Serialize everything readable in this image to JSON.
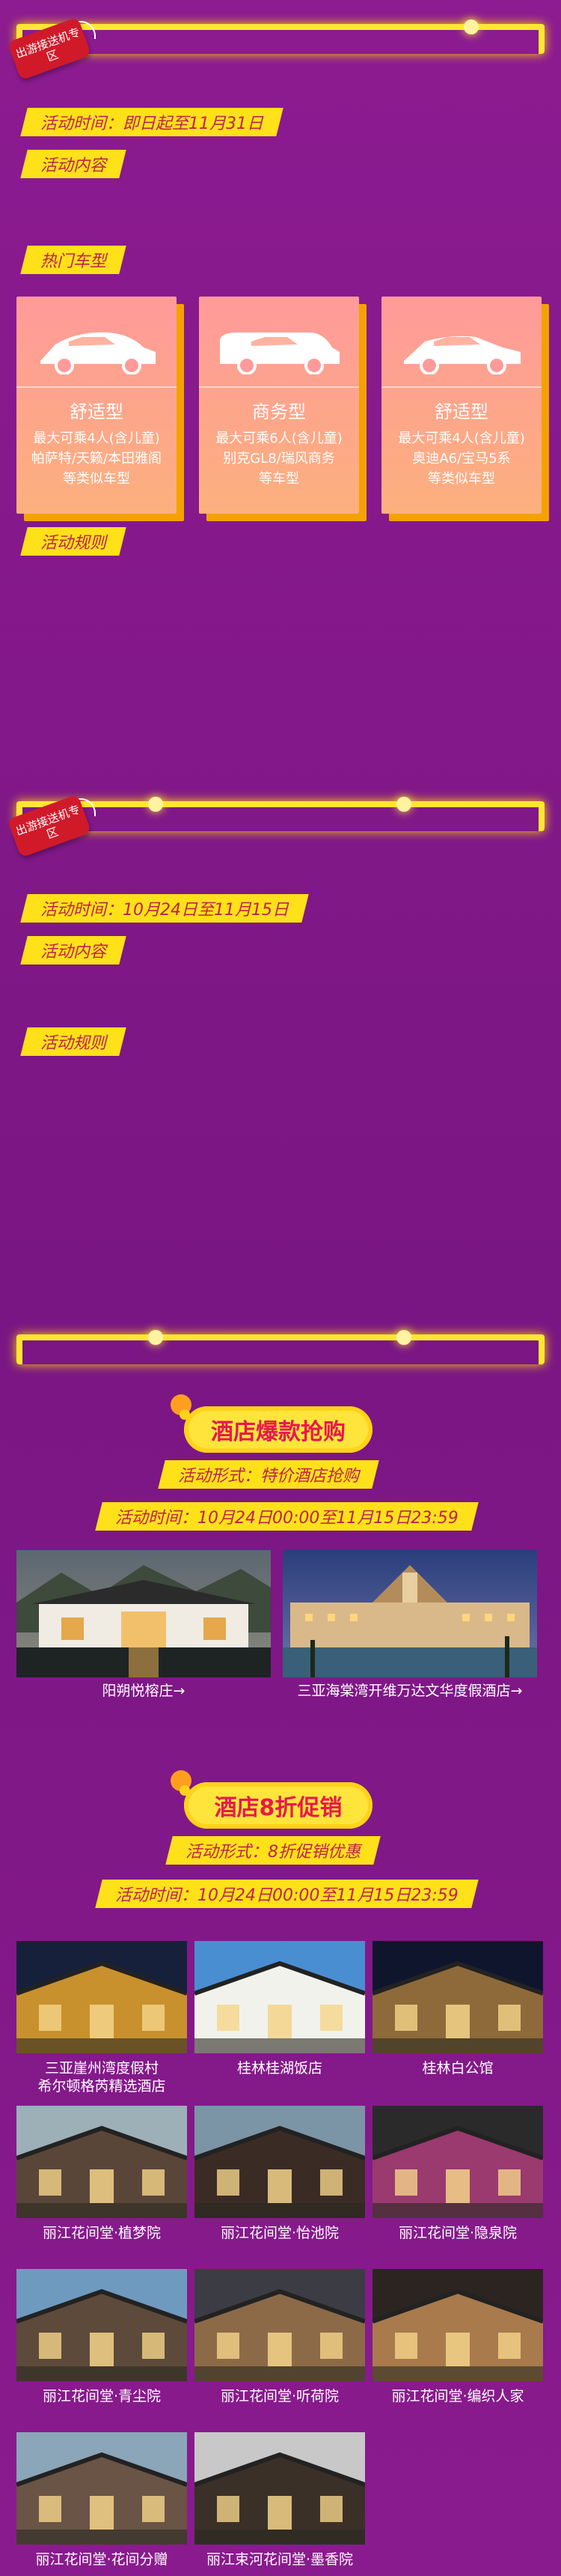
{
  "section1": {
    "badge": "出游接送机专区",
    "time": "活动时间：即日起至11月31日",
    "content": "活动内容",
    "hot": "热门车型",
    "rules": "活动规则",
    "cars": [
      {
        "name": "舒适型",
        "desc": [
          "最大可乘4人(含儿童)",
          "帕萨特/天籁/本田雅阁",
          "等类似车型"
        ]
      },
      {
        "name": "商务型",
        "desc": [
          "最大可乘6人(含儿童)",
          "别克GL8/瑞风商务",
          "等车型"
        ]
      },
      {
        "name": "舒适型",
        "desc": [
          "最大可乘4人(含儿童)",
          "奥迪A6/宝马5系",
          "等类似车型"
        ]
      }
    ]
  },
  "section2": {
    "badge": "出游接送机专区",
    "time": "活动时间：10月24日至11月15日",
    "content": "活动内容",
    "rules": "活动规则"
  },
  "section3": {
    "title": "酒店爆款抢购",
    "form": "活动形式：特价酒店抢购",
    "time": "活动时间：10月24日00:00至11月15日23:59",
    "hotels": [
      {
        "name": "阳朔悦榕庄→"
      },
      {
        "name": "三亚海棠湾开维万达文华度假酒店→"
      }
    ]
  },
  "section4": {
    "title": "酒店8折促销",
    "form": "活动形式：8折促销优惠",
    "time": "活动时间：10月24日00:00至11月15日23:59",
    "hotels": [
      {
        "name": "三亚崖州湾度假村\n希尔顿格芮精选酒店"
      },
      {
        "name": "桂林桂湖饭店"
      },
      {
        "name": "桂林白公馆"
      },
      {
        "name": "丽江花间堂·植梦院"
      },
      {
        "name": "丽江花间堂·怡池院"
      },
      {
        "name": "丽江花间堂·隐泉院"
      },
      {
        "name": "丽江花间堂·青尘院"
      },
      {
        "name": "丽江花间堂·听荷院"
      },
      {
        "name": "丽江花间堂·编织人家"
      },
      {
        "name": "丽江花间堂·花间分赠"
      },
      {
        "name": "丽江束河花间堂·墨香院"
      }
    ]
  },
  "colors": {
    "background": "#8b1a8f",
    "yellow": "#ffe11a",
    "accent": "#c0214d",
    "card": "#ff9a9a"
  }
}
